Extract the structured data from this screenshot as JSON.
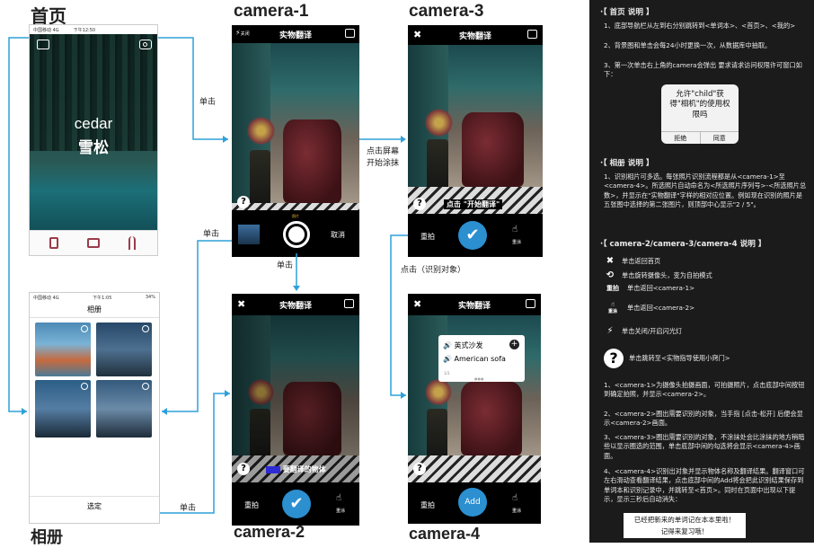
{
  "titles": {
    "home": "首页",
    "cam1": "camera-1",
    "cam3": "camera-3",
    "album": "相册",
    "cam2": "camera-2",
    "cam4": "camera-4"
  },
  "arrows": {
    "a1": "单击",
    "a2": "单击",
    "a3": "单击",
    "a4": "点击屏幕\n开始涂抹",
    "a5": "点击（识别对象）",
    "a6": "单击"
  },
  "home": {
    "status_left": "中国移动 4G",
    "status_time": "下午12:50",
    "title_en": "cedar",
    "title_cn": "雪松"
  },
  "camera": {
    "title": "实物翻译",
    "flash_label": "关闭",
    "shutter_label": "照片",
    "cancel": "取消",
    "retake": "重拍",
    "redraw": "重涂",
    "hint3": "点击 \"开始翻译\"",
    "hint2": "要翻译的物体",
    "add": "Add"
  },
  "album": {
    "status_left": "中国移动 4G",
    "status_time": "下午1:05",
    "status_right": "34%",
    "title": "相册",
    "select": "选定"
  },
  "popup": {
    "cn": "英式沙发",
    "en": "American sofa",
    "page": "1/3"
  },
  "right": {
    "h1": "·【 首页 说明 】",
    "p1": "1、底部导航栏从左到右分别跳转到<单词本>、<首页>、<我的>",
    "p2": "2、背景图和单击会每24小时更换一次，从数据库中抽取。",
    "p3": "3、第一次单击右上角的camera会弹出 要求请求访问权限许可窗口如下：",
    "dlg_text": "允许\"child\"获得\"相机\"的使用权限吗",
    "dlg_deny": "拒绝",
    "dlg_ok": "同意",
    "h2": "·【 相册 说明 】",
    "p4": "1、识别相片可多选。每张照片识别流程都是从<camera-1>至<camera-4>。所选照片自动命名为<所选照片序列号>-<所选照片总数>，并显示在\"实物翻译\"字样的相对应位置。例如现在识别的照片是五张图中选择的第二张图片，则顶部中心显示\"2 / 5\"。",
    "h3": "·【 camera-2/camera-3/camera-4 说明 】",
    "l1": "单击返回首页",
    "l2": "单击旋转摄像头，变为自拍模式",
    "l3_icon": "重拍",
    "l3": "单击返回<camera-1>",
    "l4_icon": "重涂",
    "l4": "单击返回<camera-2>",
    "l5": "单击关闭/开启闪光灯",
    "l6": "单击跳转至<实物指导使用小窍门>",
    "q1": "1、<camera-1>为摄像头拍摄画面，可拍摄照片，点击底部中间按钮到确定拍照，并显示<camera-2>。",
    "q2": "2、<camera-2>圈出需要识别的对象，当手指 [点击-松开] 后便会显示<camera-2>画面。",
    "q3": "3、<camera-3>圈出需要识别的对象，不涂抹处会比涂抹的地方稍暗些以显示圈选的范围，单击底部中间的勾选将会显示<camera-4>画面。",
    "q4": "4、<camera-4>识别出对象并显示物体名称及翻译结果。翻译窗口可左右滑动查看翻译结果，点击底部中间的Add将会把此识别结果保存到单词本和识别记录中，并跳转至<首页>。同时在页面中出现以下提示，显示三秒后自动消失：",
    "toast": "已经把新来的单词记在本本里啦！\n记得来复习哦！"
  }
}
